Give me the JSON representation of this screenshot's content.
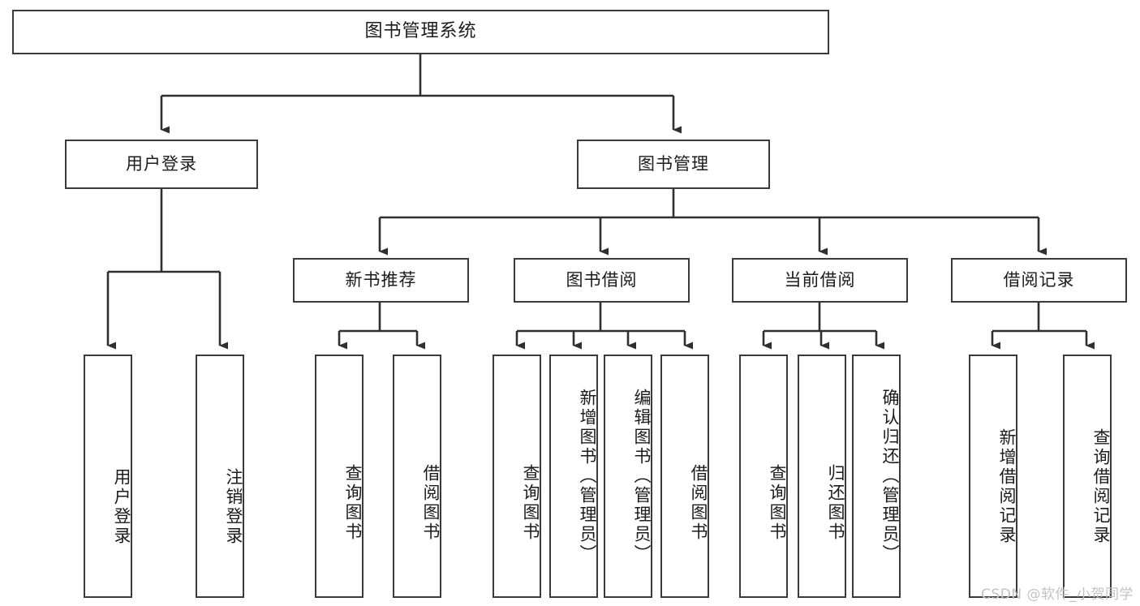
{
  "diagram": {
    "title": "图书管理系统",
    "type": "hierarchy-tree",
    "orientation": "top-down",
    "levels": 4,
    "colors": {
      "box_border": "#3a3a3a",
      "box_fill": "#ffffff",
      "connector": "#2f2f2f",
      "text": "#1b1b1b",
      "watermark": "#c2c2c2"
    }
  },
  "root": {
    "label": "图书管理系统"
  },
  "level2": [
    {
      "label": "用户登录"
    },
    {
      "label": "图书管理"
    }
  ],
  "level3": [
    {
      "label": "新书推荐"
    },
    {
      "label": "图书借阅"
    },
    {
      "label": "当前借阅"
    },
    {
      "label": "借阅记录"
    }
  ],
  "leaves": {
    "user_login": [
      {
        "label": "用户登录"
      },
      {
        "label": "注销登录"
      }
    ],
    "new_book_recommend": [
      {
        "label": "查询图书"
      },
      {
        "label": "借阅图书"
      }
    ],
    "book_borrow": [
      {
        "label": "查询图书"
      },
      {
        "label": "新增图书（管理员）"
      },
      {
        "label": "编辑图书（管理员）"
      },
      {
        "label": "借阅图书"
      }
    ],
    "current_borrow": [
      {
        "label": "查询图书"
      },
      {
        "label": "归还图书"
      },
      {
        "label": "确认归还（管理员）"
      }
    ],
    "borrow_record": [
      {
        "label": "新增借阅记录"
      },
      {
        "label": "查询借阅记录"
      }
    ]
  },
  "watermark": {
    "text": "CSDN @软件_小贺同学"
  }
}
